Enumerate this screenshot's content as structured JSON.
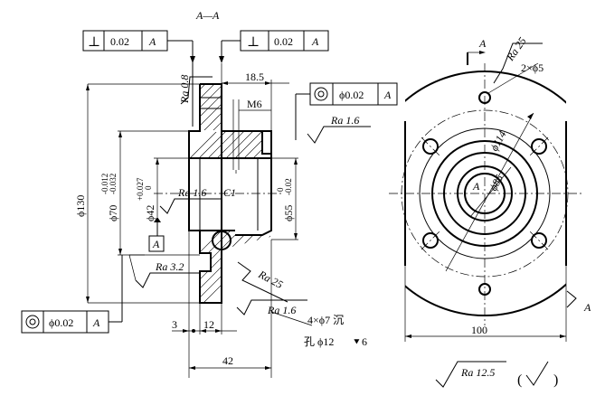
{
  "section": {
    "title": "A—A",
    "fcf_top_left": {
      "symbol": "⊥",
      "tolerance": "0.02",
      "datum": "A"
    },
    "fcf_top_right": {
      "symbol": "⊥",
      "tolerance": "0.02",
      "datum": "A"
    },
    "fcf_right": {
      "symbol": "◎",
      "tolerance": "ϕ0.02",
      "datum": "A"
    },
    "fcf_bottom_left": {
      "symbol": "◎",
      "tolerance": "ϕ0.02",
      "datum": "A"
    },
    "datum_label": "A",
    "dim_18_5": "18.5",
    "dim_m6": "M6",
    "dim_130": "ϕ130",
    "dim_70": "ϕ70",
    "dim_70_tol_upper": "-0.012",
    "dim_70_tol_lower": "-0.032",
    "dim_42": "ϕ42",
    "dim_42_tol_upper": "+0.027",
    "dim_42_tol_lower": "0",
    "dim_55": "ϕ55",
    "dim_55_tol_upper": "0",
    "dim_55_tol_lower": "-0.02",
    "chamfer": "C1",
    "ra_08": "Ra 0.8",
    "ra_16_a": "Ra 1.6",
    "ra_16_b": "Ra 1.6",
    "ra_16_c": "Ra 1.6",
    "ra_32": "Ra 3.2",
    "ra_25_a": "Ra 25",
    "dim_3": "3",
    "dim_12": "12",
    "dim_42_len": "42",
    "holes_note_line1": "4×ϕ7 沉",
    "holes_note_line2": "孔 ϕ12",
    "holes_note_depth": "6"
  },
  "view": {
    "ra_25": "Ra 25",
    "holes_2x5": "2×ϕ5",
    "dim_114": "ϕ114",
    "dim_85": "ϕ85",
    "center_label": "A",
    "section_mark_top": "A",
    "section_mark_right": "A",
    "dim_100": "100"
  },
  "general_roughness": {
    "value": "Ra 12.5",
    "paren_open": "(",
    "paren_close": ")"
  }
}
